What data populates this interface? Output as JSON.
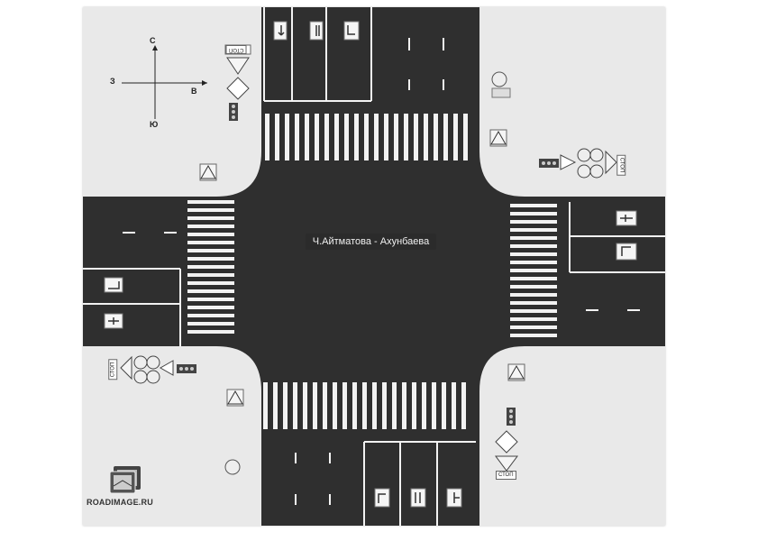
{
  "intersection": {
    "name": "Ч.Айтматова - Ахунбаева"
  },
  "compass": {
    "north": "С",
    "south": "Ю",
    "west": "З",
    "east": "В"
  },
  "signs": {
    "stop_text": "СТОП"
  },
  "watermark": {
    "text": "ROADIMAGE.RU"
  },
  "colors": {
    "asphalt": "#2e2e2e",
    "sidewalk": "#e9e9e9",
    "marking": "#f2f2f2"
  }
}
